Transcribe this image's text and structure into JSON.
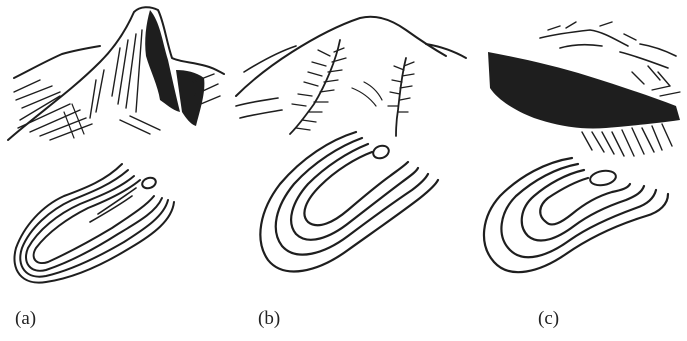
{
  "figure": {
    "panels": [
      {
        "label": "(a)",
        "sketch_icon": "sharp-mountain-ridge-sketch-icon",
        "contour_icon": "narrow-ridge-contour-icon"
      },
      {
        "label": "(b)",
        "sketch_icon": "rounded-hill-spur-sketch-icon",
        "contour_icon": "rounded-spur-contour-icon"
      },
      {
        "label": "(c)",
        "sketch_icon": "stepped-cliff-ridge-sketch-icon",
        "contour_icon": "stepped-ridge-contour-icon"
      }
    ],
    "ink_color": "#1e1e1e",
    "background_color": "#ffffff"
  }
}
